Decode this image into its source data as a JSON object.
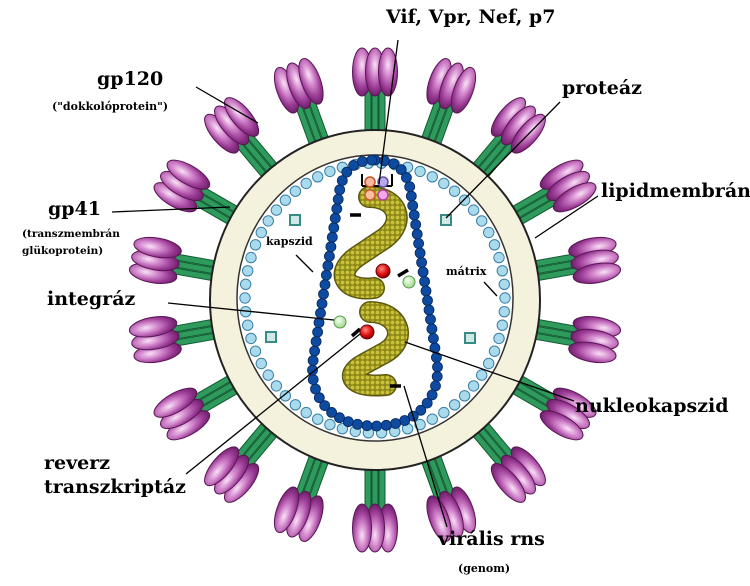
{
  "labels": {
    "vif": "Vif, Vpr, Nef, p7",
    "gp120": "gp120",
    "gp120_note": "(\"dokkolóprotein\")",
    "proteaz": "proteáz",
    "lipidmembran": "lipidmembrán",
    "gp41": "gp41",
    "gp41_note1": "(transzmembrán",
    "gp41_note2": "glükoprotein)",
    "kapszid": "kapszid",
    "matrix": "mátrix",
    "integraz": "integráz",
    "nukleokapszid": "nukleokapszid",
    "reverz1": "reverz",
    "reverz2": "transzkriptáz",
    "viralis_rns": "virális rns",
    "genom": "(genom)"
  },
  "colors": {
    "spike_purple": "#9b3a95",
    "spike_highlight": "#f2c9ee",
    "stalk_green": "#2e9a5c",
    "envelope_fill": "#f4f1dc",
    "matrix_beads": "#a9dbec",
    "capsid_beads": "#0d4aa0",
    "rna_olive": "#a8a022",
    "enzyme_red": "#e01010",
    "integrase_green": "#bfe6b0",
    "protease_teal": "#4e9ea0"
  }
}
